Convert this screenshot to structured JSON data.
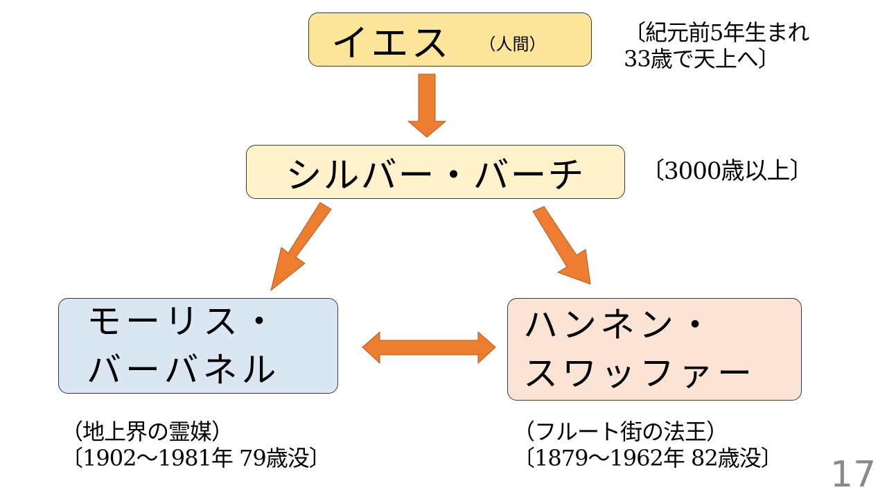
{
  "colors": {
    "arrow_fill": "#ed7d31",
    "arrow_stroke": "#b05a1e",
    "jesus_box": "#fde59b",
    "silver_box": "#fff2cc",
    "maurice_box": "#dae6f2",
    "hannen_box": "#fbe4d6",
    "page_number": "#8a8a8a"
  },
  "nodes": {
    "jesus": {
      "name": "イエス",
      "qualifier": "（人間）",
      "note": "〔紀元前5年生まれ\n 33歳で天上へ〕"
    },
    "silver_birch": {
      "name": "シルバー・バーチ",
      "note": "〔3000歳以上〕"
    },
    "maurice": {
      "name": "モーリス・\nバーバネル",
      "role": "（地上界の霊媒）",
      "dates": "〔1902～1981年  79歳没〕"
    },
    "hannen": {
      "name": "ハンネン・\nスワッファー",
      "role": "（フルート街の法王）",
      "dates": "〔1879～1962年  82歳没〕"
    }
  },
  "edges": [
    {
      "from": "jesus",
      "to": "silver_birch",
      "type": "single"
    },
    {
      "from": "silver_birch",
      "to": "maurice",
      "type": "single"
    },
    {
      "from": "silver_birch",
      "to": "hannen",
      "type": "single"
    },
    {
      "from": "maurice",
      "to": "hannen",
      "type": "double"
    }
  ],
  "page_number": "17"
}
